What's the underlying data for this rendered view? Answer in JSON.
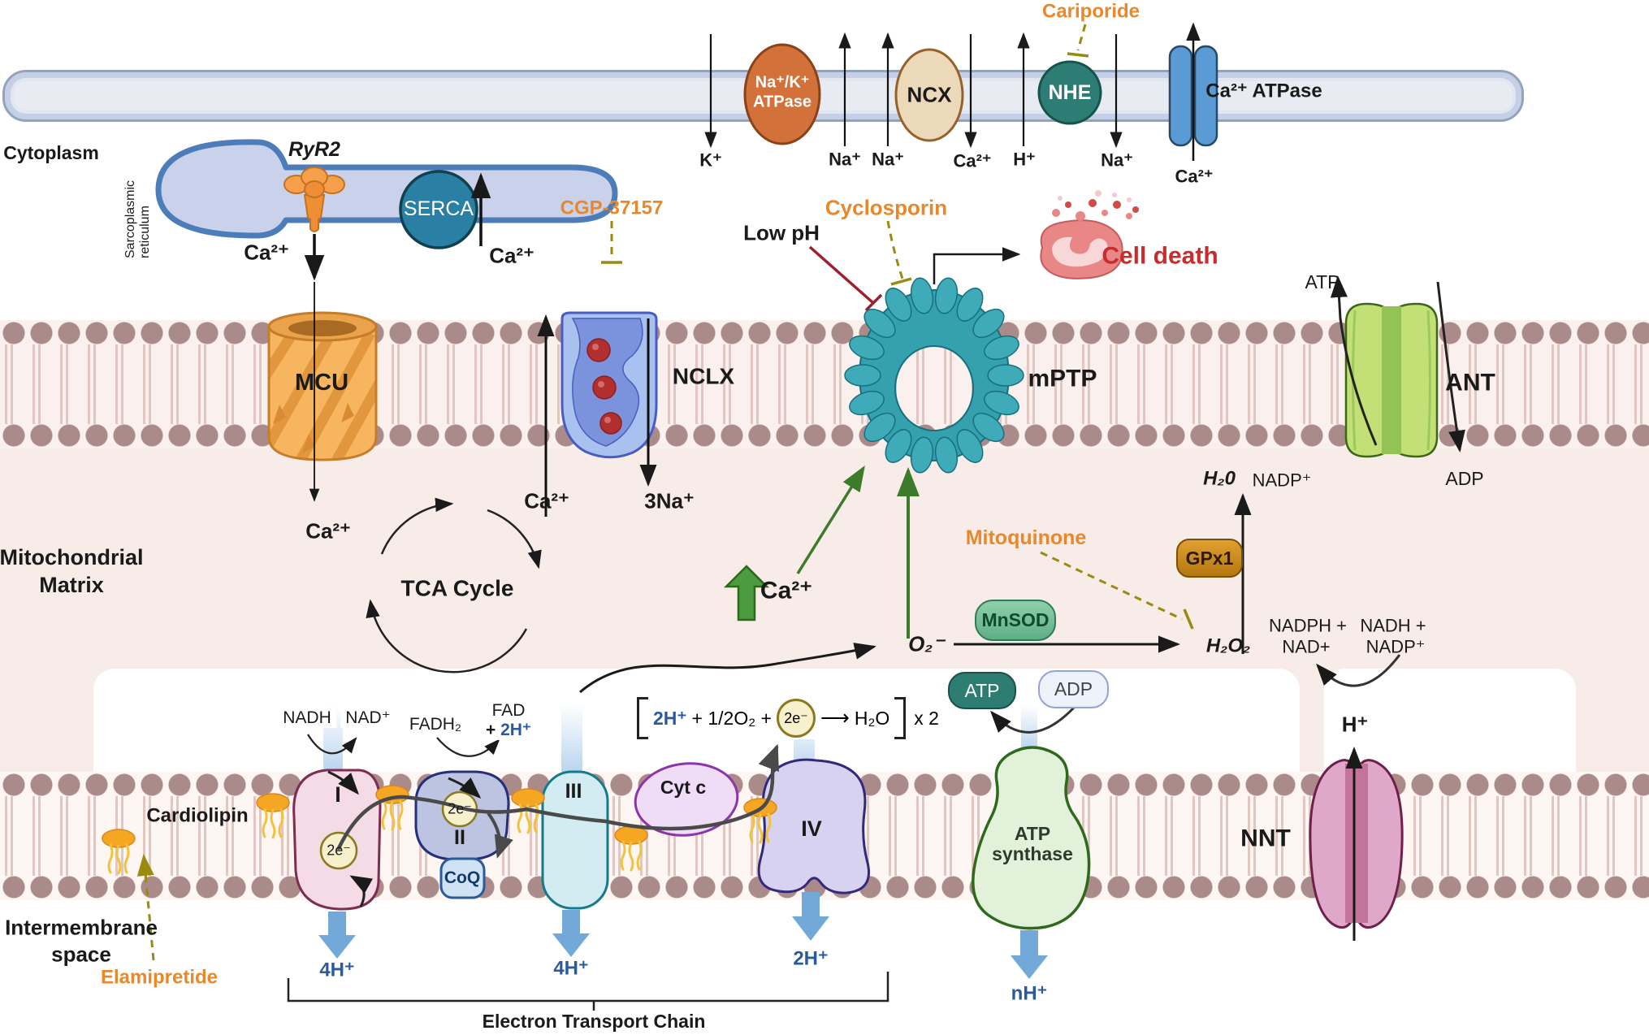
{
  "colors": {
    "drug_orange": "#e8882a",
    "cell_death_red": "#c82c2c",
    "inhibit_red": "#9e2030",
    "inhibit_olive": "#9a8a10",
    "green_arrow": "#3d7a2a",
    "ion_blue": "#2a5a9e",
    "mptp_teal": "#35a0ae",
    "membrane_head": "#ab8a8a"
  },
  "cytoplasm": {
    "label": "Cytoplasm"
  },
  "plasma": {
    "nak_line1": "Na⁺/K⁺",
    "nak_line2": "ATPase",
    "ncx": "NCX",
    "nhe": "NHE",
    "ca_atpase": "Ca²⁺ ATPase",
    "cariporide": "Cariporide",
    "ion_k": "K⁺",
    "ion_na1": "Na⁺",
    "ion_na2": "Na⁺",
    "ion_ca": "Ca²⁺",
    "ion_h": "H⁺",
    "ion_na3": "Na⁺",
    "ion_ca_pump": "Ca²⁺"
  },
  "sr": {
    "title": "Sarcoplasmic reticulum",
    "ryr2": "RyR2",
    "serca": "SERCA",
    "ca_release": "Ca²⁺",
    "ca_uptake": "Ca²⁺"
  },
  "inner_membrane": {
    "mcu": "MCU",
    "ca_matrix": "Ca²⁺",
    "cgp": "CGP-37157",
    "nclx": "NCLX",
    "ca_out": "Ca²⁺",
    "na_in": "3Na⁺",
    "low_ph": "Low pH",
    "cyclosporin": "Cyclosporin",
    "mptp": "mPTP",
    "cell_death": "Cell death",
    "ant": "ANT",
    "atp_out": "ATP",
    "adp_in": "ADP"
  },
  "matrix": {
    "line1": "Mitochondrial",
    "line2": "Matrix",
    "tca": "TCA Cycle",
    "ca_overload": "Ca²⁺",
    "superoxide": "O₂⁻",
    "mnsod": "MnSOD",
    "mitoquinone": "Mitoquinone",
    "h2o2": "H₂O₂",
    "gpx1": "GPx1",
    "h2o": "H₂0",
    "nadp": "NADP⁺",
    "nadph_line1": "NADPH +",
    "nadph_line2": "NAD+",
    "nadh_line1": "NADH +",
    "nadh_line2": "NADP⁺",
    "h_nnt": "H⁺"
  },
  "etc": {
    "nadh": "NADH",
    "nad": "NAD⁺",
    "fadh2": "FADH₂",
    "fad": "FAD",
    "fad_plus": "+",
    "fad_2h": "2H⁺",
    "c1": "I",
    "c2": "II",
    "c3": "III",
    "c4": "IV",
    "cytc": "Cyt c",
    "coq": "CoQ",
    "e_c1": "2e⁻",
    "e_c2": "2e⁻",
    "h4_c1": "4H⁺",
    "h4_c3": "4H⁺",
    "h2_c4": "2H⁺",
    "cardiolipin": "Cardiolipin",
    "elamipretide": "Elamipretide",
    "bracket": "Electron Transport Chain",
    "eq_h": "2H⁺",
    "eq_mid": "+ 1/2O₂ +",
    "eq_e": "2e⁻",
    "eq_arrow": "⟶",
    "eq_h2o": "H₂O",
    "eq_times": "x 2"
  },
  "oxphos": {
    "synthase_line1": "ATP",
    "synthase_line2": "synthase",
    "atp": "ATP",
    "adp": "ADP",
    "nh": "nH⁺",
    "nnt": "NNT"
  },
  "compartments": {
    "intermembrane_line1": "Intermembrane",
    "intermembrane_line2": "space"
  }
}
